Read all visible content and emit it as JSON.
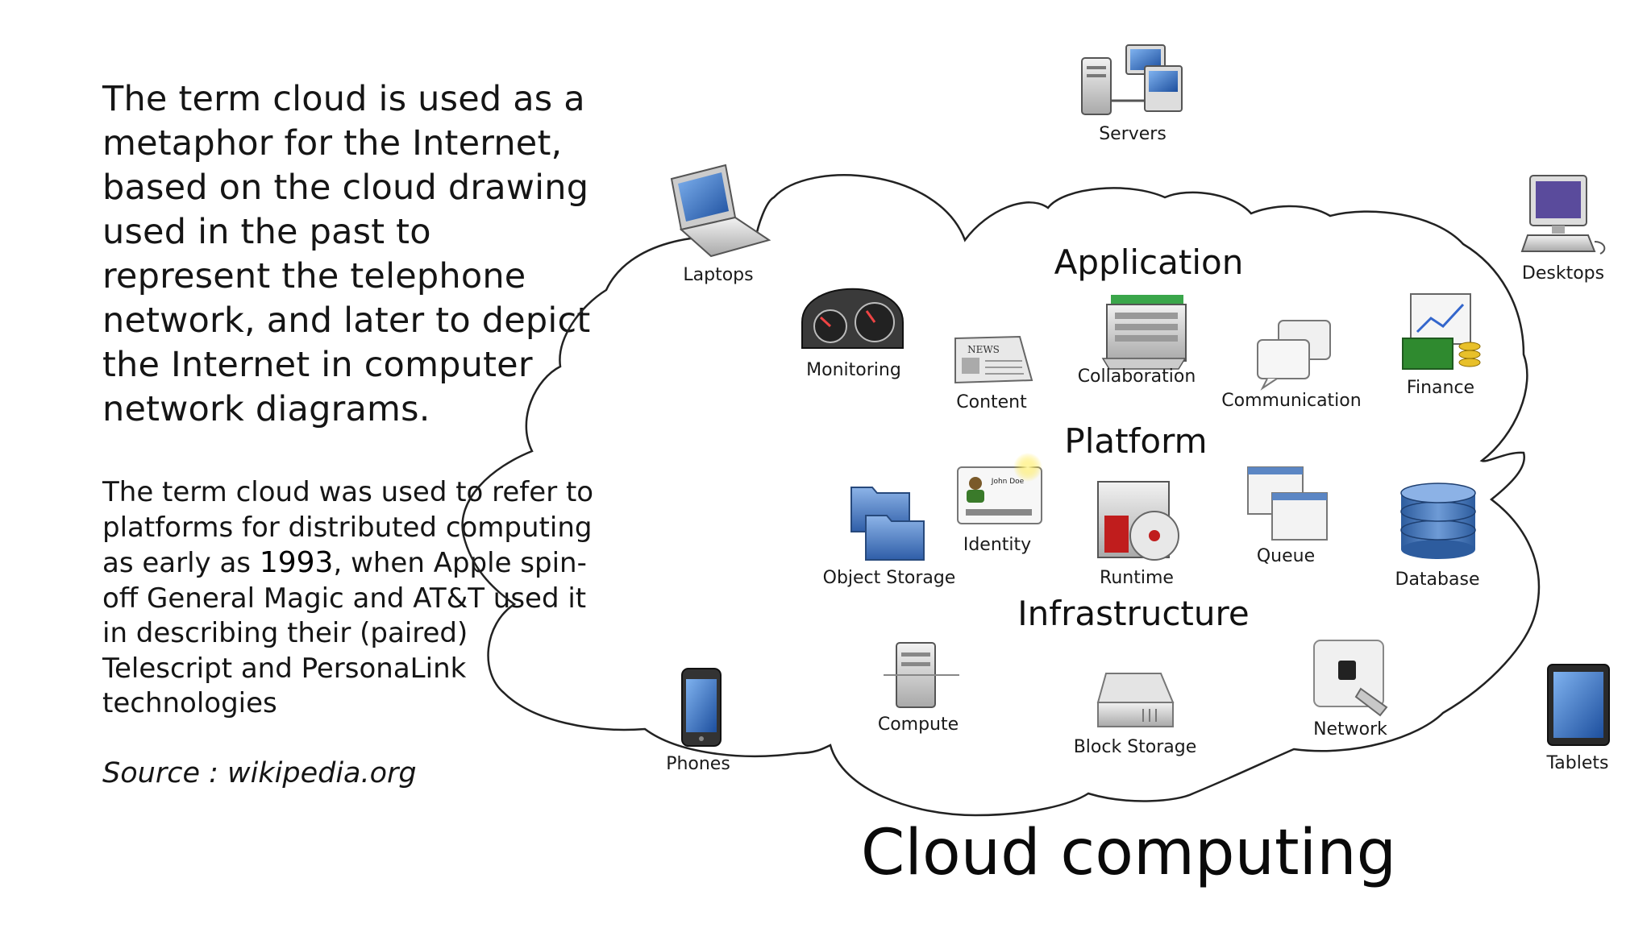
{
  "text": {
    "paragraph1": "The term cloud is used as a metaphor for the Internet, based on the cloud drawing used in the past to represent the telephone network, and later to depict the Internet in computer network diagrams.",
    "paragraph2_before": "The term cloud was used to refer to platforms for distributed computing as early as ",
    "paragraph2_year": "1993",
    "paragraph2_after": ", when Apple spin-off General Magic and AT&T used it in describing their (paired) Telescript and PersonaLink technologies",
    "source": "Source : wikipedia.org"
  },
  "diagram": {
    "title": "Cloud computing",
    "sections": {
      "application": "Application",
      "platform": "Platform",
      "infrastructure": "Infrastructure"
    },
    "devices": {
      "servers": "Servers",
      "laptops": "Laptops",
      "desktops": "Desktops",
      "phones": "Phones",
      "tablets": "Tablets"
    },
    "application_items": {
      "monitoring": "Monitoring",
      "content": "Content",
      "collaboration": "Collaboration",
      "communication": "Communication",
      "finance": "Finance"
    },
    "platform_items": {
      "object_storage": "Object Storage",
      "identity": "Identity",
      "runtime": "Runtime",
      "queue": "Queue",
      "database": "Database"
    },
    "infrastructure_items": {
      "compute": "Compute",
      "block_storage": "Block Storage",
      "network": "Network"
    },
    "icon_text": {
      "news": "NEWS",
      "id_name": "John Doe"
    }
  }
}
